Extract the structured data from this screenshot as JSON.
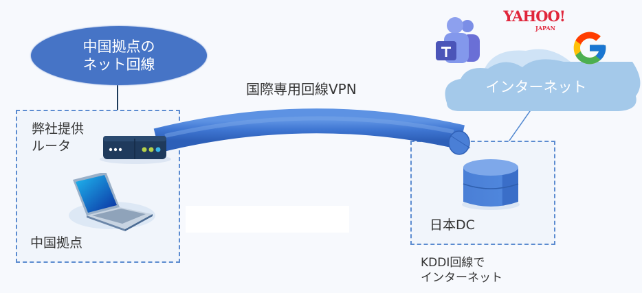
{
  "colors": {
    "background": "#f7f9fd",
    "accent": "#4674c6",
    "dashed_border": "#5b8bd0",
    "cloud": "#a4c9ea",
    "router": "#1f3a5c",
    "tube": "#3d74d0"
  },
  "china_line_bubble": {
    "text": "中国拠点の\nネット回線"
  },
  "china_site": {
    "router_label": "弊社提供\nルータ",
    "site_label": "中国拠点",
    "router_icon": "router-icon",
    "laptop_icon": "laptop-icon"
  },
  "vpn": {
    "label": "国際専用回線VPN"
  },
  "internet": {
    "cloud_label": "インターネット",
    "services": [
      "teams-logo",
      "yahoo-japan-logo",
      "google-logo"
    ],
    "yahoo_logo_text": "YAHOO!",
    "yahoo_logo_sub": "JAPAN"
  },
  "japan_dc": {
    "label": "日本DC",
    "server_icon": "database-icon",
    "note": "KDDI回線で\nインターネット"
  }
}
